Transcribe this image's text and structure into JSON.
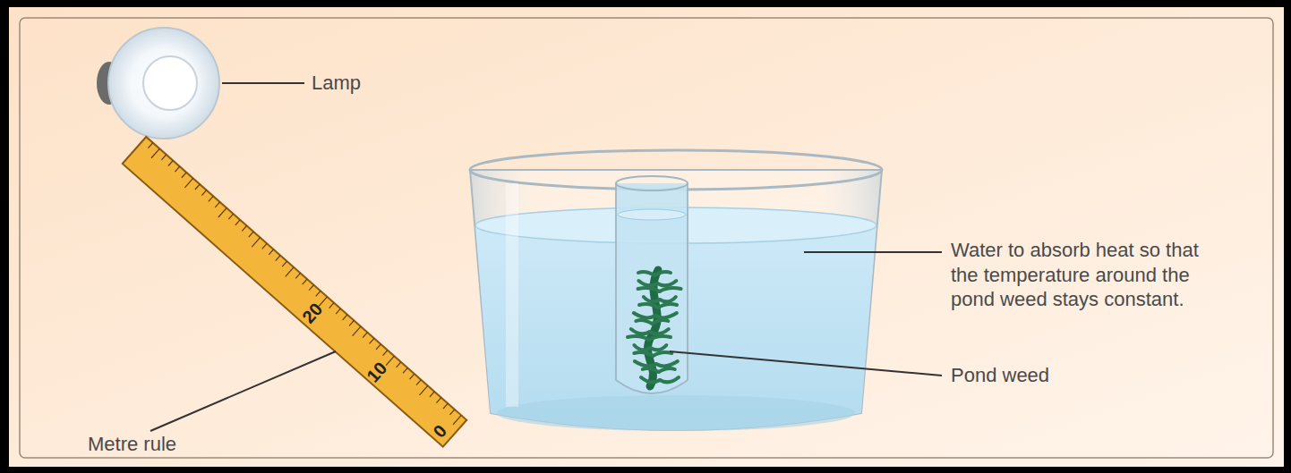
{
  "diagram": {
    "labels": [
      "Lamp",
      "Water to absorb heat so that the temperature around the pond weed stays constant.",
      "Pond weed",
      "Metre rule",
      "0",
      "10",
      "20"
    ]
  }
}
